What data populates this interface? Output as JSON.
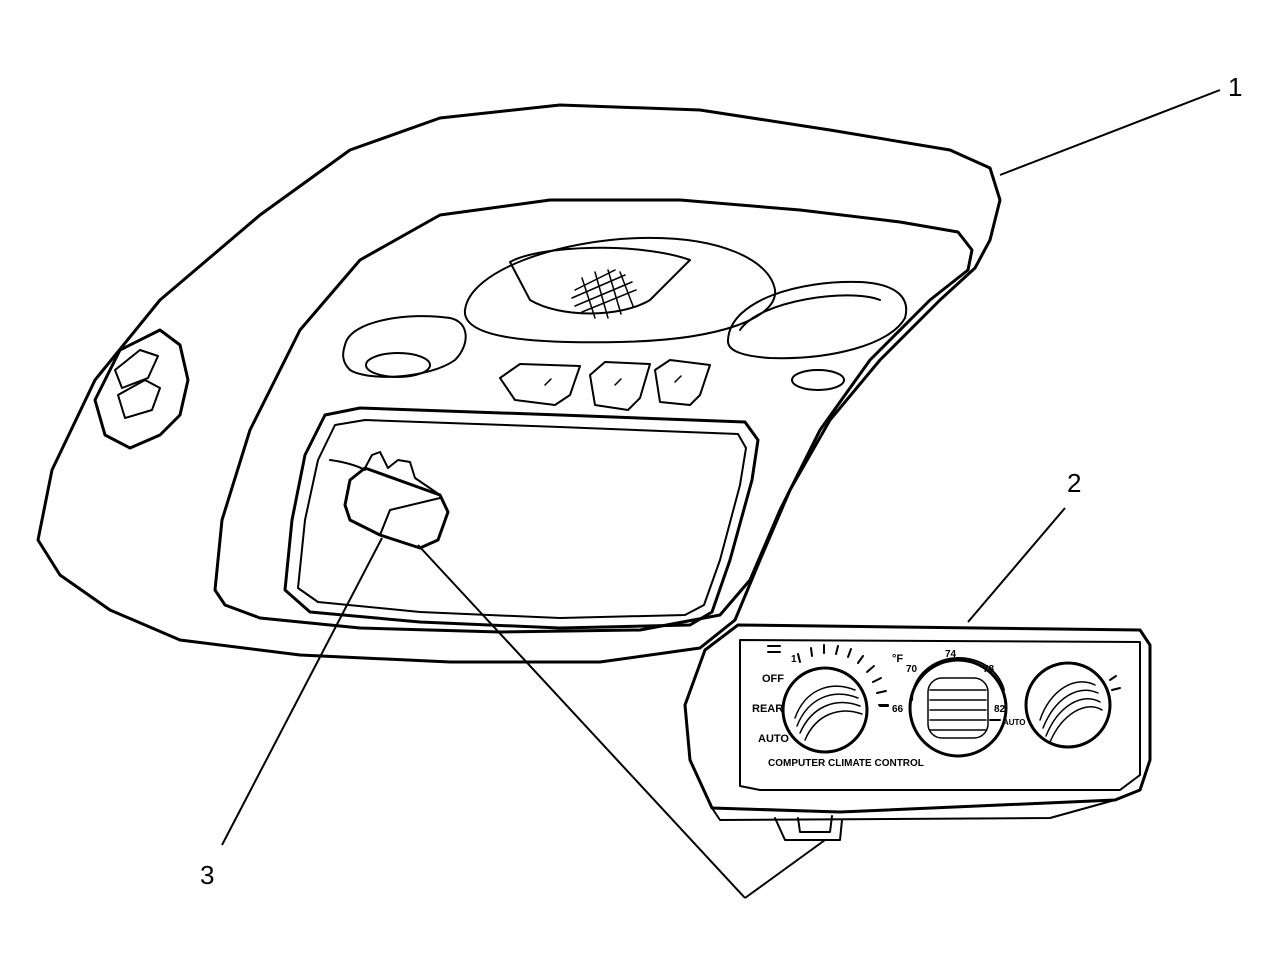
{
  "callouts": [
    {
      "id": "1",
      "label": "1"
    },
    {
      "id": "2",
      "label": "2"
    },
    {
      "id": "3",
      "label": "3"
    }
  ],
  "control_panel": {
    "title": "COMPUTER CLIMATE CONTROL",
    "fan_labels": [
      "OFF",
      "REAR",
      "AUTO"
    ],
    "fan_scale_start": "1",
    "temp_unit": "°F",
    "temp_marks": [
      "66",
      "70",
      "74",
      "78",
      "82"
    ],
    "temp_auto": "AUTO"
  }
}
